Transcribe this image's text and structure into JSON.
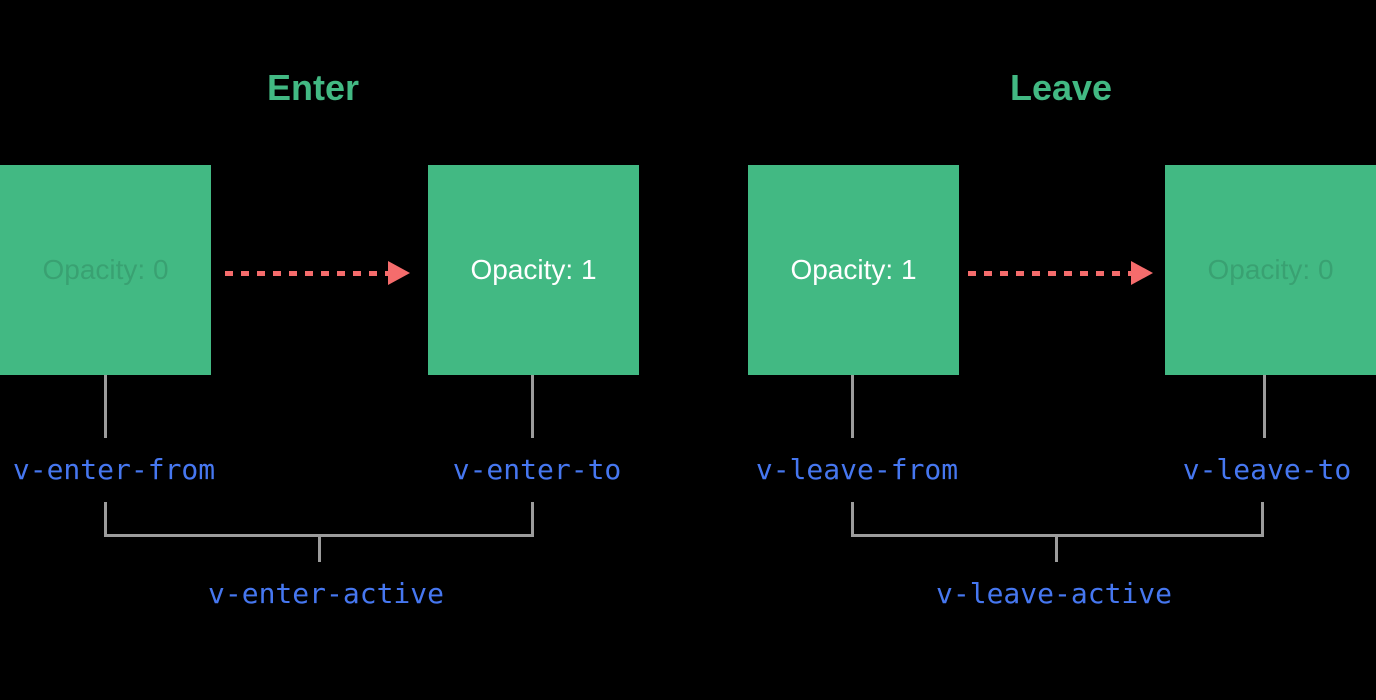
{
  "diagram": {
    "sections": [
      {
        "title": "Enter",
        "from_box_text": "Opacity: 0",
        "to_box_text": "Opacity: 1",
        "from_class": "v-enter-from",
        "to_class": "v-enter-to",
        "active_class": "v-enter-active"
      },
      {
        "title": "Leave",
        "from_box_text": "Opacity: 1",
        "to_box_text": "Opacity: 0",
        "from_class": "v-leave-from",
        "to_class": "v-leave-to",
        "active_class": "v-leave-active"
      }
    ],
    "icons": {
      "enter_arrow": "dashed-arrow-right-icon",
      "leave_arrow": "dashed-arrow-right-icon"
    },
    "colors": {
      "background": "#000000",
      "box_green": "#42b983",
      "title_green": "#42b983",
      "arrow_red": "#f56c6c",
      "class_blue": "#4677f0",
      "connector_gray": "#9c9c9c",
      "box_text_white": "#ffffff"
    }
  }
}
